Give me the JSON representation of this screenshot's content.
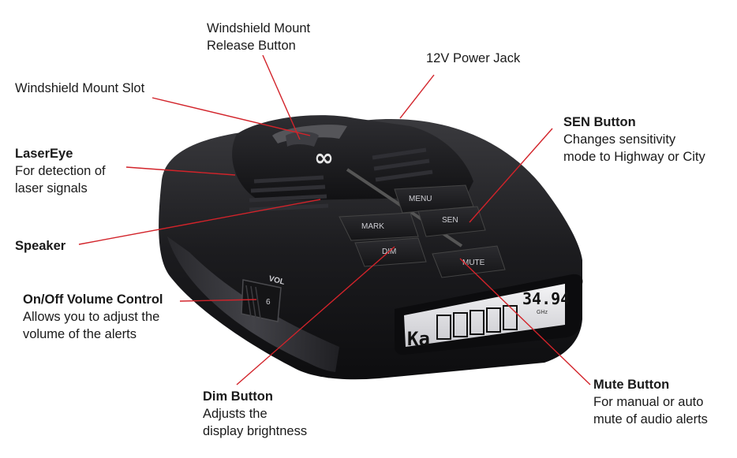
{
  "callouts": {
    "release": {
      "title": "Windshield Mount",
      "desc": "Release Button"
    },
    "power_jack": {
      "title": "12V Power Jack"
    },
    "mount_slot": {
      "title": "Windshield Mount Slot"
    },
    "sen": {
      "title": "SEN Button",
      "desc1": "Changes sensitivity",
      "desc2": "mode to Highway or City"
    },
    "lasereye": {
      "title": "LaserEye",
      "desc1": "For detection of",
      "desc2": "laser signals"
    },
    "speaker": {
      "title": "Speaker"
    },
    "volume": {
      "title": "On/Off Volume Control",
      "desc1": "Allows you to adjust the",
      "desc2": "volume of the alerts"
    },
    "dim": {
      "title": "Dim Button",
      "desc1": "Adjusts the",
      "desc2": "display brightness"
    },
    "mute": {
      "title": "Mute Button",
      "desc1": "For manual or auto",
      "desc2": "mute of audio alerts"
    }
  },
  "device": {
    "buttons": {
      "menu": "MENU",
      "mark": "MARK",
      "sen": "SEN",
      "dim": "DIM",
      "mute": "MUTE",
      "vol": "VOL",
      "wheel_value": "6"
    },
    "display": {
      "band": "Ka",
      "frequency": "34.94",
      "unit": "GHz"
    }
  },
  "colors": {
    "leader_line": "#d2232a",
    "device_body": "#1b1b1d",
    "display_bg": "#e8e8ea",
    "text": "#1a1a1a"
  }
}
